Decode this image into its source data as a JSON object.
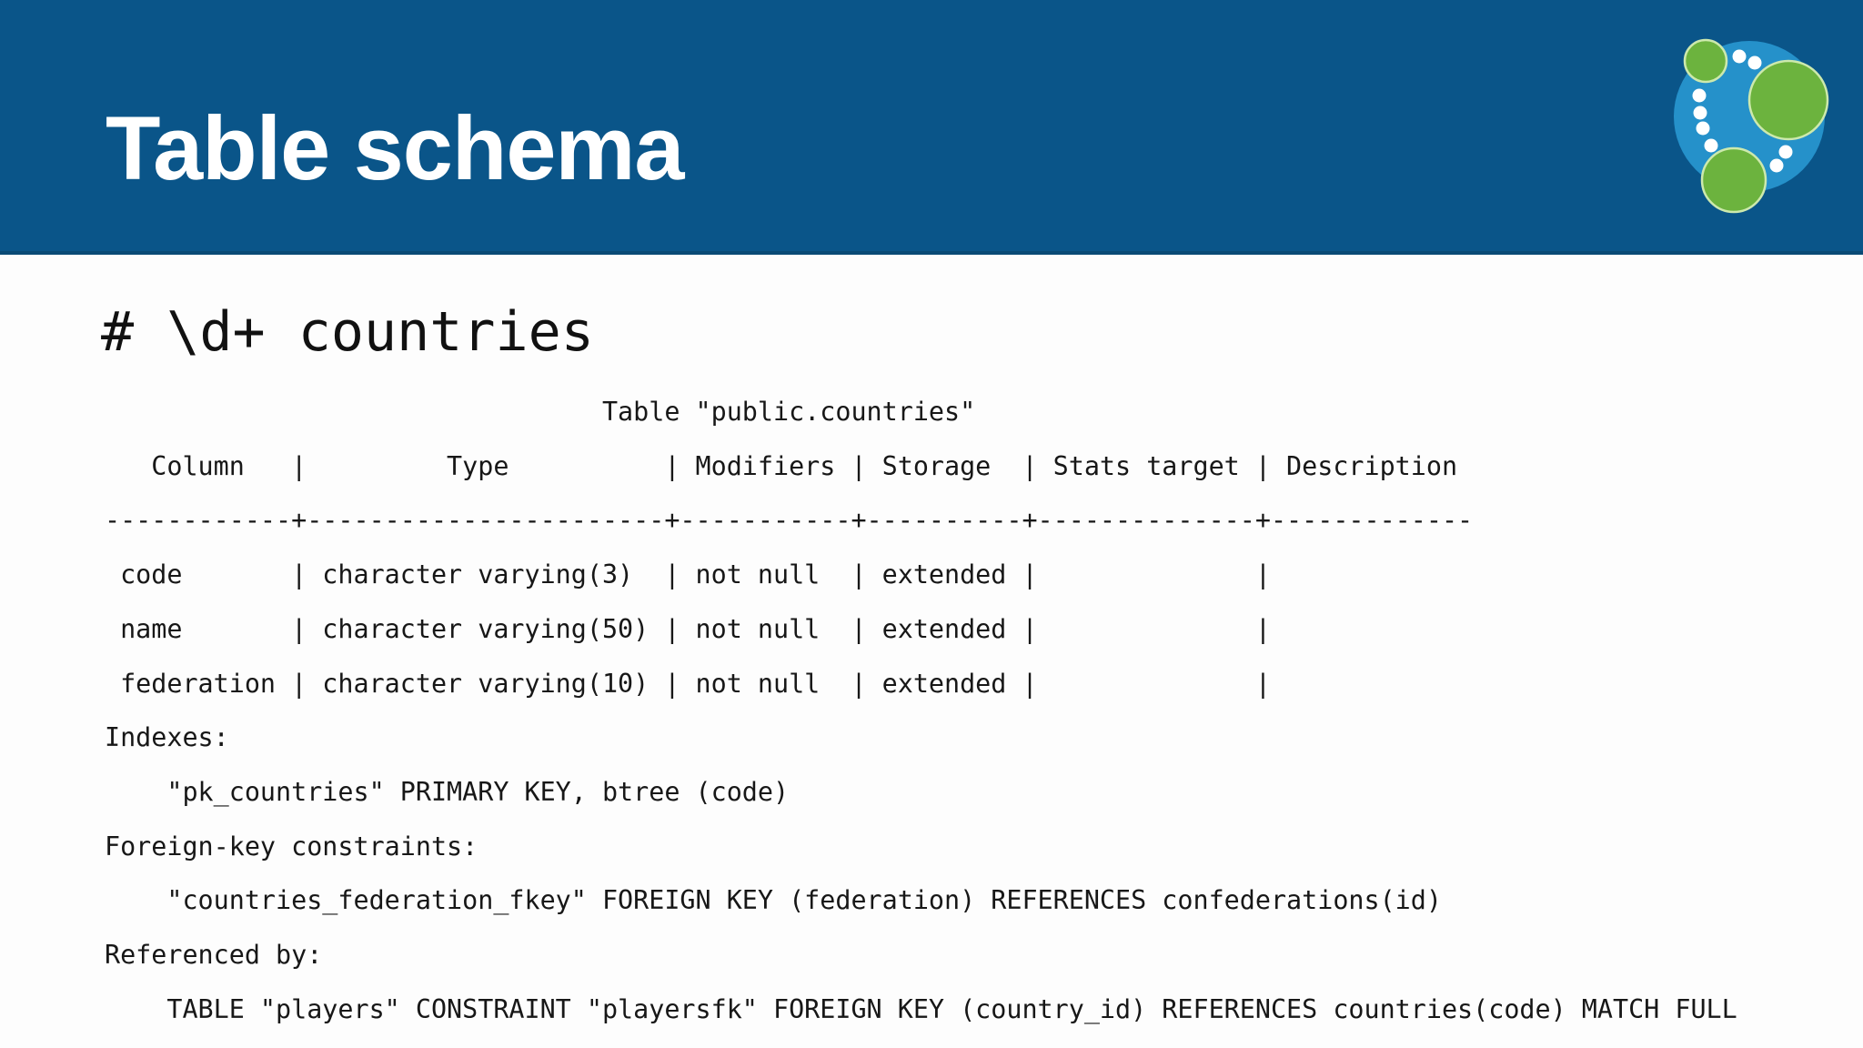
{
  "slide": {
    "header": {
      "title": "Table schema",
      "bg_color": "#0a5589",
      "logo": {
        "name": "neo4j-logo",
        "disc_color": "#2591ca",
        "node_color": "#6cb33e",
        "node_outline_color": "#cde9ad",
        "dot_color": "#ffffff"
      }
    },
    "terminal": {
      "command": "# \\d+ countries",
      "output_lines": [
        "                                Table \"public.countries\"",
        "   Column   |         Type          | Modifiers | Storage  | Stats target | Description ",
        "------------+-----------------------+-----------+----------+--------------+-------------",
        " code       | character varying(3)  | not null  | extended |              | ",
        " name       | character varying(50) | not null  | extended |              | ",
        " federation | character varying(10) | not null  | extended |              | ",
        "Indexes:",
        "    \"pk_countries\" PRIMARY KEY, btree (code)",
        "Foreign-key constraints:",
        "    \"countries_federation_fkey\" FOREIGN KEY (federation) REFERENCES confederations(id)",
        "Referenced by:",
        "    TABLE \"players\" CONSTRAINT \"playersfk\" FOREIGN KEY (country_id) REFERENCES countries(code) MATCH FULL"
      ],
      "schema_table": {
        "title": "Table \"public.countries\"",
        "columns": [
          "Column",
          "Type",
          "Modifiers",
          "Storage",
          "Stats target",
          "Description"
        ],
        "rows": [
          [
            "code",
            "character varying(3)",
            "not null",
            "extended",
            "",
            ""
          ],
          [
            "name",
            "character varying(50)",
            "not null",
            "extended",
            "",
            ""
          ],
          [
            "federation",
            "character varying(10)",
            "not null",
            "extended",
            "",
            ""
          ]
        ],
        "indexes_label": "Indexes:",
        "indexes": [
          "\"pk_countries\" PRIMARY KEY, btree (code)"
        ],
        "foreign_keys_label": "Foreign-key constraints:",
        "foreign_keys": [
          "\"countries_federation_fkey\" FOREIGN KEY (federation) REFERENCES confederations(id)"
        ],
        "referenced_by_label": "Referenced by:",
        "referenced_by": [
          "TABLE \"players\" CONSTRAINT \"playersfk\" FOREIGN KEY (country_id) REFERENCES countries(code) MATCH FULL"
        ]
      },
      "text_color": "#171717"
    }
  }
}
